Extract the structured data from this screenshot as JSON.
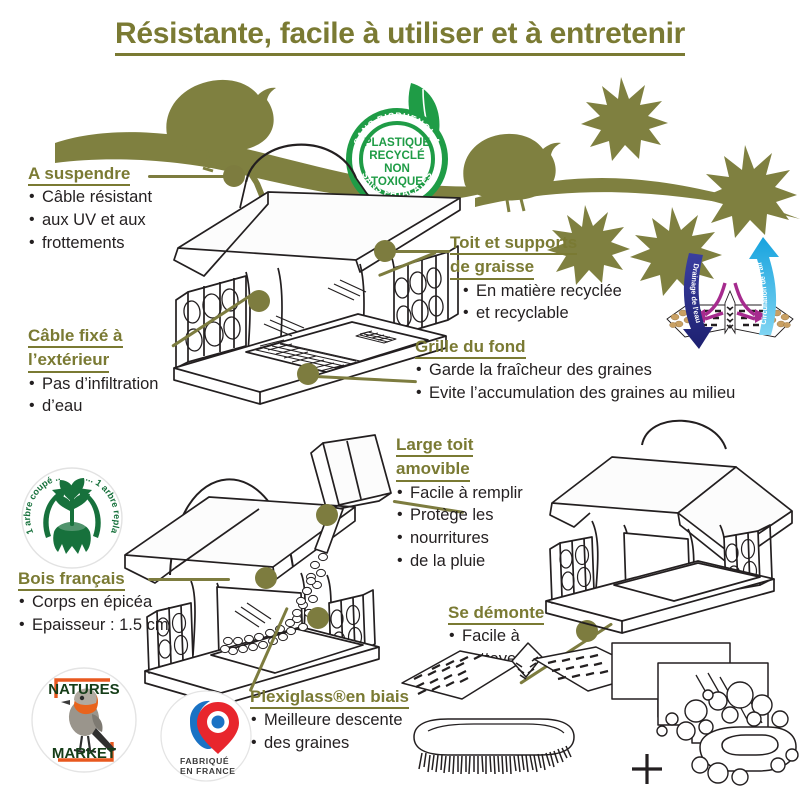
{
  "page": {
    "title": "Résistante, facile à utiliser et à entretenir",
    "accent_olive": "#7a7a33",
    "accent_green": "#1f9c46",
    "text_color": "#231f20"
  },
  "badges": {
    "recycled": {
      "top_arc": "SANS BISPHENOL A",
      "bottom_arc": "SANS PHTALATES",
      "line1": "PLASTIQUE",
      "line2": "RECYCLÉ",
      "line3": "NON",
      "line4": "TOXIQUE",
      "color": "#1f9c46"
    },
    "tree": {
      "left_arc": "1 arbre coupé ...",
      "right_arc": "... 1 arbre replanté",
      "color": "#17713c"
    },
    "natures_market": {
      "line1": "NATURES",
      "line2": "MARKET",
      "text_color": "#153d18",
      "bracket_color": "#e8581f"
    },
    "made_in_france": {
      "line1": "FABRIQUÉ",
      "line2": "EN FRANCE",
      "blue": "#1a72c4",
      "red": "#e8262d",
      "text_color": "#3c3c3c"
    }
  },
  "diagram_airflow": {
    "water_label": "Drainage de l'eau",
    "air_label": "Circulation de l'air",
    "water_color": "#2b2f7f",
    "air_color": "#27aae1",
    "seed_arrow_color": "#a62b8e"
  },
  "callouts": [
    {
      "id": "a-suspendre",
      "heading": "A suspendre",
      "bullets": [
        "Câble résistant",
        "aux UV et aux",
        "frottements"
      ]
    },
    {
      "id": "cable-fixe",
      "heading_lines": [
        "Câble fixé à",
        "l’extérieur"
      ],
      "bullets": [
        "Pas d’infiltration",
        "d’eau"
      ]
    },
    {
      "id": "toit-supports",
      "heading_lines": [
        "Toit et supports",
        "de graisse"
      ],
      "bullets": [
        "En matière recyclée",
        "et recyclable"
      ]
    },
    {
      "id": "grille-fond",
      "heading": "Grille du fond",
      "bullets": [
        "Garde la fraîcheur des graines",
        "Evite l’accumulation des graines au milieu"
      ]
    },
    {
      "id": "large-toit",
      "heading_lines": [
        "Large toit",
        "amovible"
      ],
      "bullets": [
        "Facile à remplir",
        "Protège les",
        "nourritures",
        "de la pluie"
      ]
    },
    {
      "id": "bois-francais",
      "heading": "Bois français",
      "bullets": [
        "Corps en épicéa",
        "Epaisseur : 1.5 cm"
      ]
    },
    {
      "id": "plexiglass",
      "heading": "Plexiglass®en biais",
      "bullets": [
        "Meilleure descente",
        "des graines"
      ]
    },
    {
      "id": "se-demonte",
      "heading": "Se démonte",
      "bullets": [
        "Facile à",
        "nettoyer"
      ]
    }
  ],
  "callout_text": {
    "a_suspendre": {
      "heading": "A suspendre",
      "b1": "Câble résistant",
      "b2": "aux UV et aux",
      "b3": "frottements"
    },
    "cable_fixe": {
      "h1": "Câble fixé à",
      "h2": "l’extérieur",
      "b1": "Pas d’infiltration",
      "b2": "d’eau"
    },
    "toit_supports": {
      "h1": "Toit et supports",
      "h2": "de graisse",
      "b1": "En matière recyclée",
      "b2": "et recyclable"
    },
    "grille_fond": {
      "heading": "Grille du fond",
      "b1": "Garde la fraîcheur des graines",
      "b2": "Evite l’accumulation des graines au milieu"
    },
    "large_toit": {
      "h1": "Large toit",
      "h2": "amovible",
      "b1": "Facile à remplir",
      "b2": "Protège les",
      "b3": "nourritures",
      "b4": "de la pluie"
    },
    "bois_francais": {
      "heading": "Bois français",
      "b1": "Corps en épicéa",
      "b2": "Epaisseur : 1.5 cm"
    },
    "plexiglass": {
      "heading": "Plexiglass®en biais",
      "b1": "Meilleure descente",
      "b2": "des graines"
    },
    "se_demonte": {
      "heading": "Se démonte",
      "b1": "Facile à",
      "b2": "nettoyer"
    },
    "plus_sign": "+"
  },
  "illustrations": {
    "feeder_top": "bird-feeder-front-view",
    "feeder_middle": "bird-feeder-filling-seeds",
    "feeder_right": "bird-feeder-assembled",
    "cleaning": "brush-and-soap",
    "branch_birds": "birds-on-branch-with-maple-leaves"
  }
}
